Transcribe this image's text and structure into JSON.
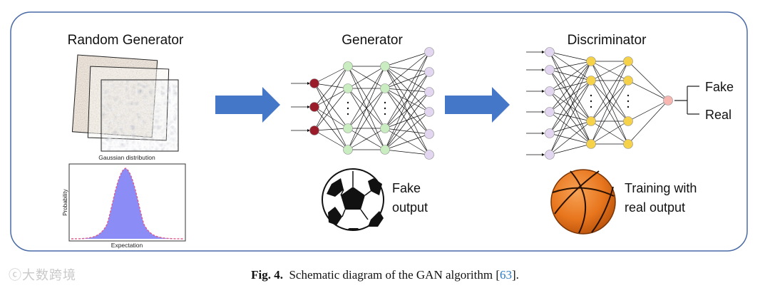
{
  "panels": {
    "random_generator": {
      "title": "Random Generator",
      "gaussian_label": "Gaussian distribution",
      "plot_ylabel": "Probability",
      "plot_xlabel": "Expectation"
    },
    "generator": {
      "title": "Generator",
      "output_label_line1": "Fake",
      "output_label_line2": "output"
    },
    "discriminator": {
      "title": "Discriminator",
      "fake_label": "Fake",
      "real_label": "Real",
      "output_label_line1": "Training with",
      "output_label_line2": "real output"
    }
  },
  "caption": {
    "prefix": "Fig. 4.",
    "text": "Schematic diagram of the GAN algorithm [",
    "ref": "63",
    "suffix": "]."
  },
  "watermark": "大数跨境",
  "colors": {
    "frame": "#4a6aa6",
    "arrow": "#4577c8",
    "input_node": "#9a1b2a",
    "hidden_node": "#c9ecc0",
    "output_node": "#e3d6f0",
    "disc_hidden": "#f6d24a",
    "disc_out": "#f7b6b0",
    "curve_fill": "#8b8cf6",
    "curve_line": "#e05b8a",
    "basketball": "#e8761e"
  }
}
